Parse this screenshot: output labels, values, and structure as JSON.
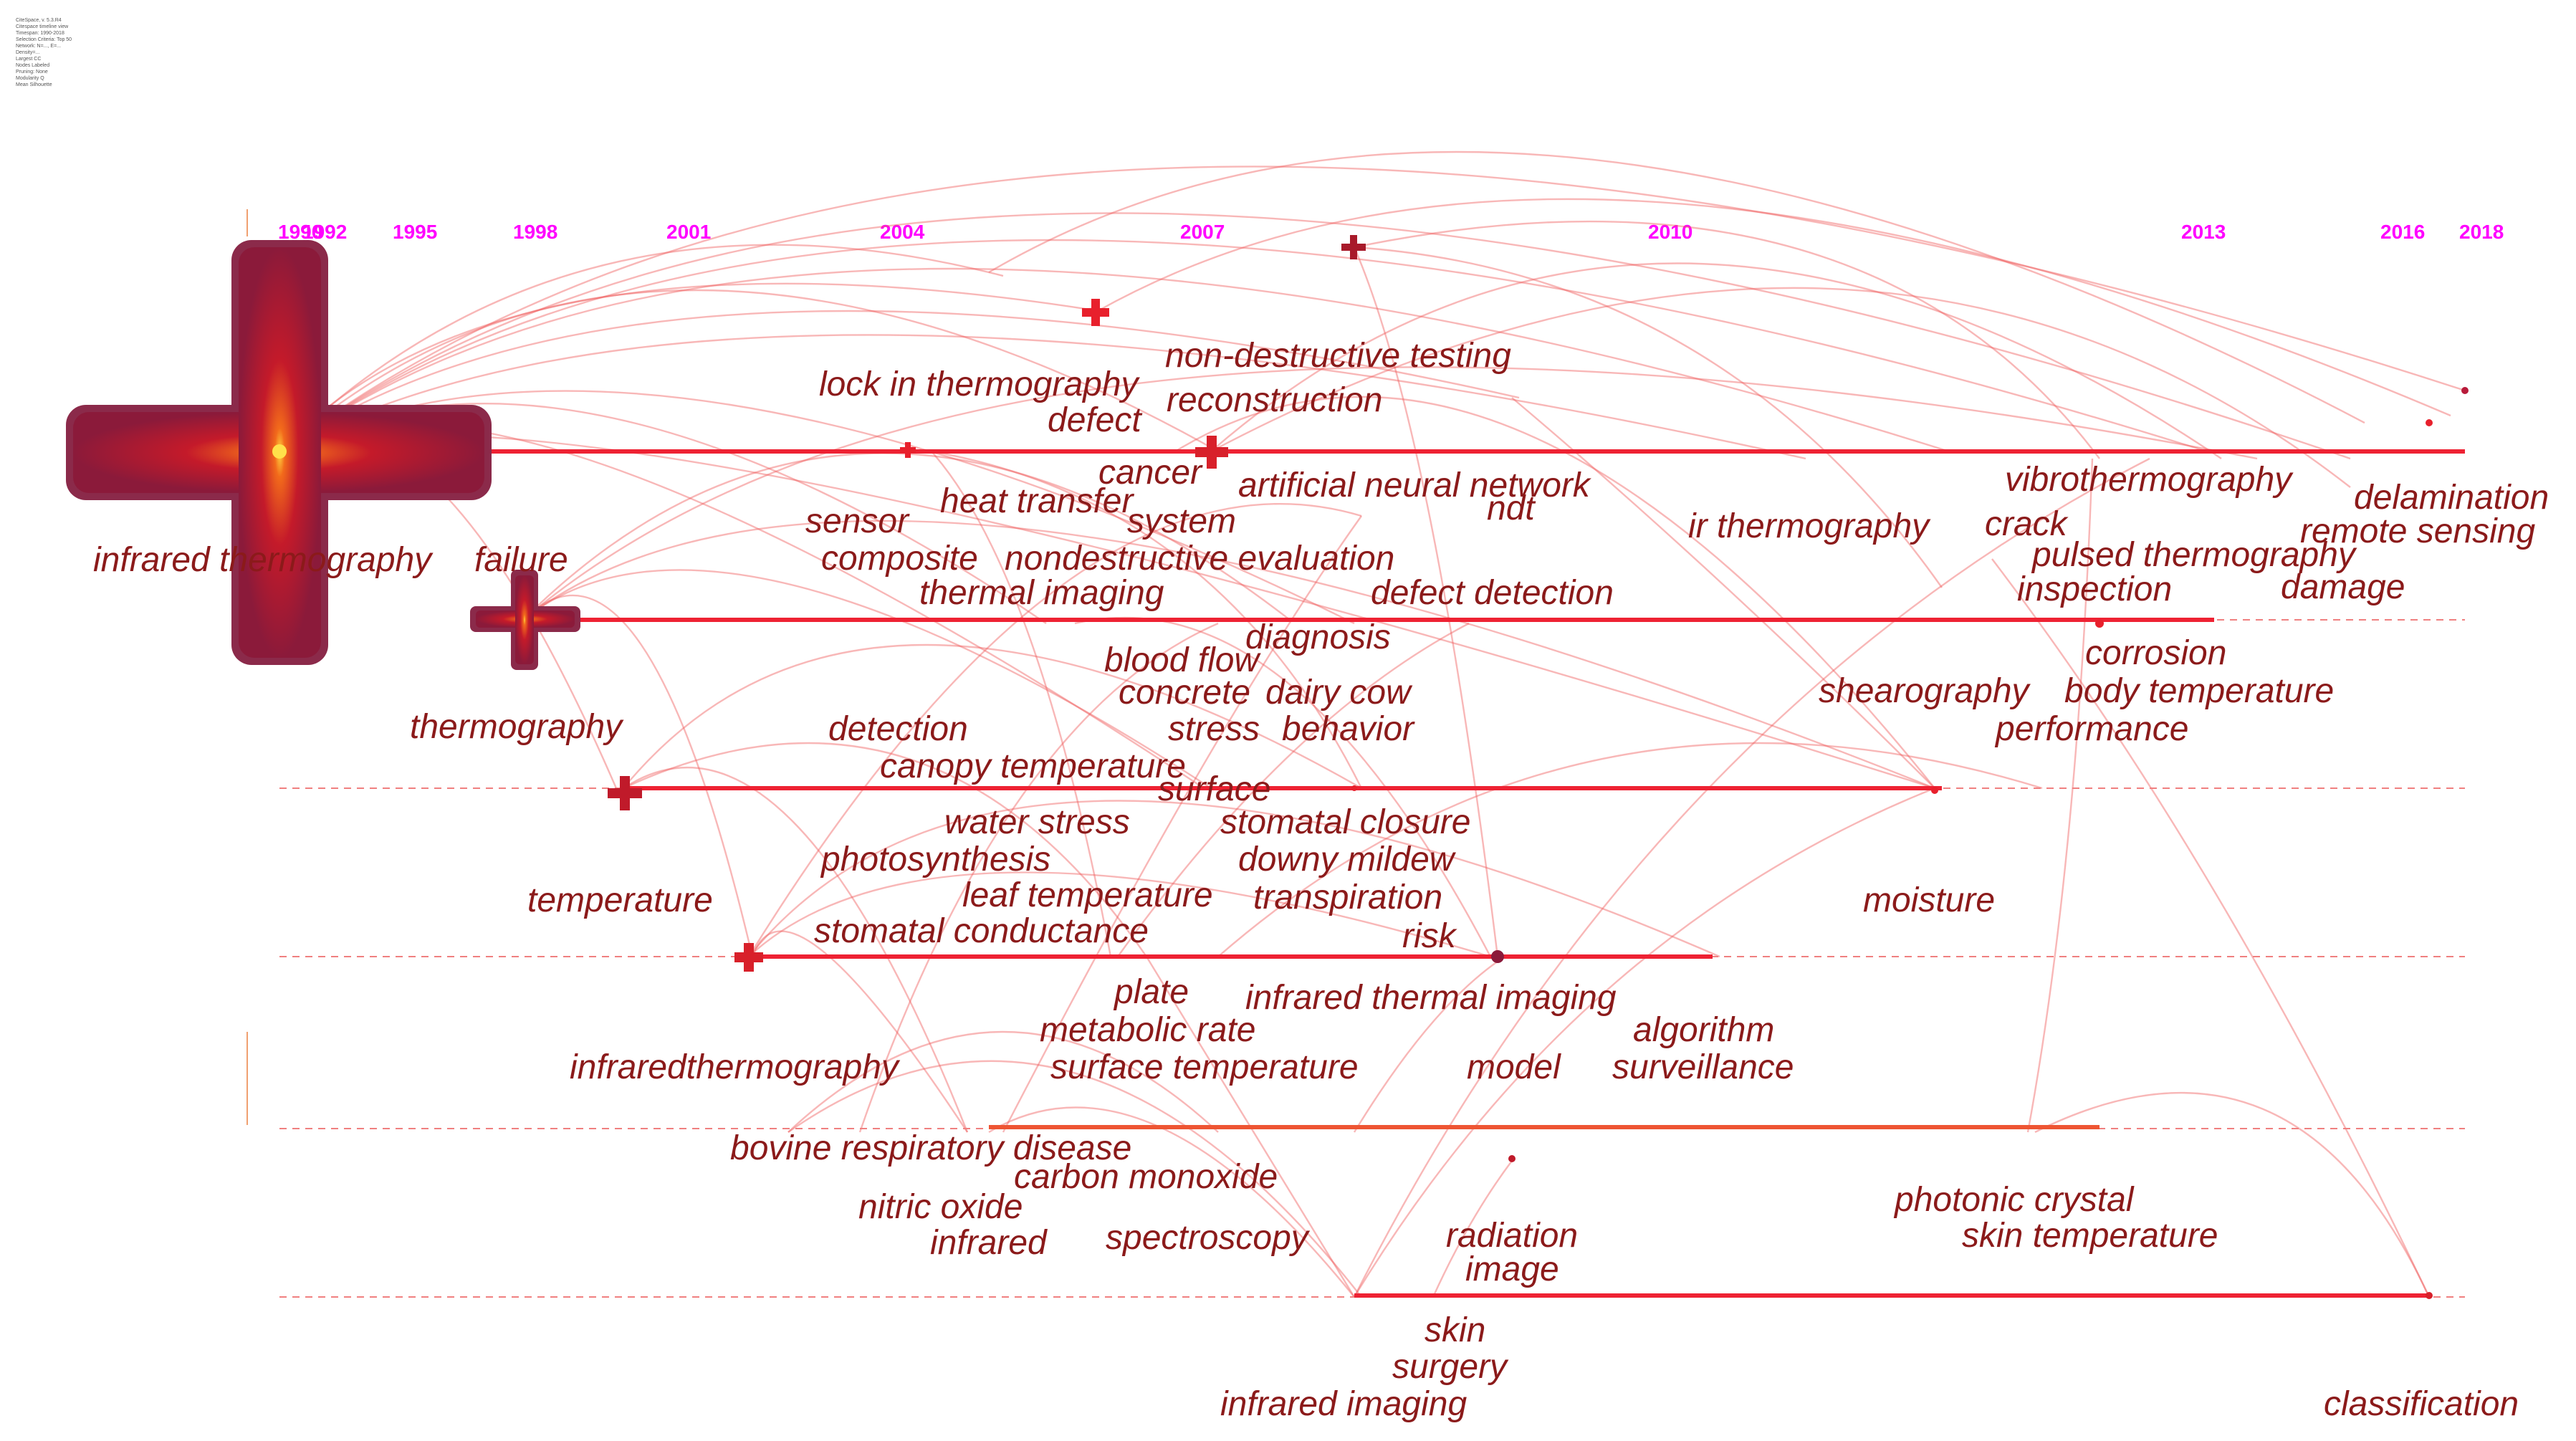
{
  "info_block": [
    "CiteSpace, v. 5.3.R4",
    "Citespace timeline view",
    "Timespan: 1990-2018",
    "Selection Criteria: Top 50",
    "Network: N=..., E=...",
    "Density=...",
    "Largest CC",
    "Nodes Labeled",
    "Pruning: None",
    "Modularity Q",
    "Mean Silhouette"
  ],
  "years": [
    "1990",
    "1992",
    "1995",
    "1998",
    "2001",
    "2004",
    "2007",
    "2010",
    "2013",
    "2016",
    "2018"
  ],
  "keywords": {
    "infrared_thermography": "infrared thermography",
    "failure": "failure",
    "thermography": "thermography",
    "temperature": "temperature",
    "infraredthermography": "infraredthermography",
    "lock_in_thermography": "lock in thermography",
    "non_destructive_testing": "non-destructive testing",
    "reconstruction": "reconstruction",
    "defect": "defect",
    "cancer": "cancer",
    "artificial_neural_network": "artificial neural network",
    "heat_transfer": "heat transfer",
    "ndt": "ndt",
    "sensor": "sensor",
    "system": "system",
    "ir_thermography": "ir thermography",
    "composite": "composite",
    "nondestructive_evaluation": "nondestructive evaluation",
    "thermal_imaging": "thermal imaging",
    "defect_detection": "defect detection",
    "vibrothermography": "vibrothermography",
    "delamination": "delamination",
    "remote_sensing": "remote sensing",
    "crack": "crack",
    "pulsed_thermography": "pulsed thermography",
    "damage": "damage",
    "inspection": "inspection",
    "diagnosis": "diagnosis",
    "blood_flow": "blood flow",
    "concrete": "concrete",
    "dairy_cow": "dairy cow",
    "corrosion": "corrosion",
    "shearography": "shearography",
    "body_temperature": "body temperature",
    "detection": "detection",
    "stress": "stress",
    "behavior": "behavior",
    "performance": "performance",
    "canopy_temperature": "canopy temperature",
    "surface": "surface",
    "water_stress": "water stress",
    "stomatal_closure": "stomatal closure",
    "photosynthesis": "photosynthesis",
    "downy_mildew": "downy mildew",
    "leaf_temperature": "leaf temperature",
    "transpiration": "transpiration",
    "moisture": "moisture",
    "stomatal_conductance": "stomatal conductance",
    "risk": "risk",
    "plate": "plate",
    "infrared_thermal_imaging": "infrared thermal imaging",
    "metabolic_rate": "metabolic rate",
    "algorithm": "algorithm",
    "surface_temperature": "surface temperature",
    "model": "model",
    "surveillance": "surveillance",
    "bovine_respiratory_disease": "bovine respiratory disease",
    "carbon_monoxide": "carbon monoxide",
    "nitric_oxide": "nitric oxide",
    "infrared": "infrared",
    "spectroscopy": "spectroscopy",
    "photonic_crystal": "photonic crystal",
    "radiation": "radiation",
    "skin_temperature": "skin temperature",
    "image": "image",
    "skin": "skin",
    "surgery": "surgery",
    "infrared_imaging": "infrared imaging",
    "classification": "classification"
  },
  "colors": {
    "year_label": "#ff00ff",
    "keyword_text": "#8b1a1a",
    "timeline": "#ee2233",
    "link": "#f06060",
    "node_dark": "#8b1a3a",
    "node_core": "#e8202c"
  }
}
